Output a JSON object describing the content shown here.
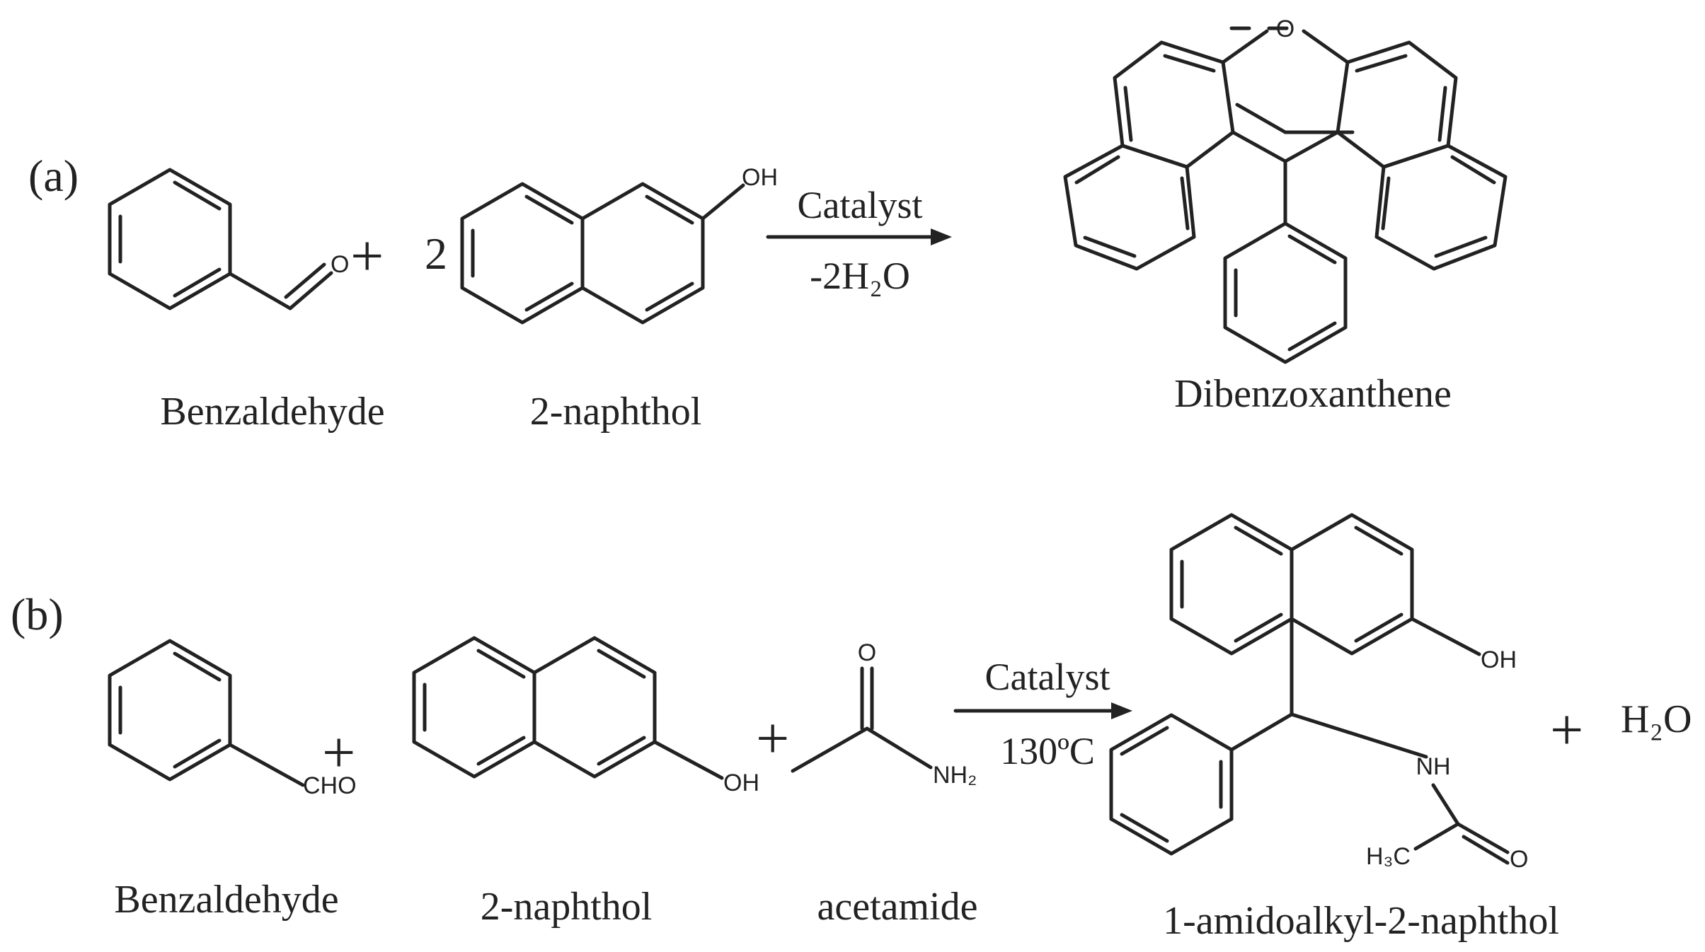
{
  "scheme_a": {
    "label": "(a)",
    "reactant1_name": "Benzaldehyde",
    "reactant2_name": "2-naphthol",
    "coefficient": "2",
    "plus": "+",
    "condition_top": "Catalyst",
    "condition_bottom": "-2H₂O",
    "product_name": "Dibenzoxanthene",
    "atom_labels": {
      "aldehyde_O": "O",
      "naphthol_OH": "OH",
      "xanthene_O": "O"
    }
  },
  "scheme_b": {
    "label": "(b)",
    "reactant1_name": "Benzaldehyde",
    "reactant2_name": "2-naphthol",
    "reactant3_name": "acetamide",
    "plus": "+",
    "condition_top": "Catalyst",
    "condition_bottom": "130ºC",
    "product_name": "1-amidoalkyl-2-naphthol",
    "byproduct": "H₂O",
    "atom_labels": {
      "aldehyde_CHO": "CHO",
      "naphthol_OH": "OH",
      "acetamide_O": "O",
      "acetamide_NH2": "NH₂",
      "product_OH": "OH",
      "product_NH": "NH",
      "product_H3C": "H₃C",
      "product_O": "O"
    }
  },
  "colors": {
    "ink": "#222222",
    "background": "#ffffff"
  }
}
